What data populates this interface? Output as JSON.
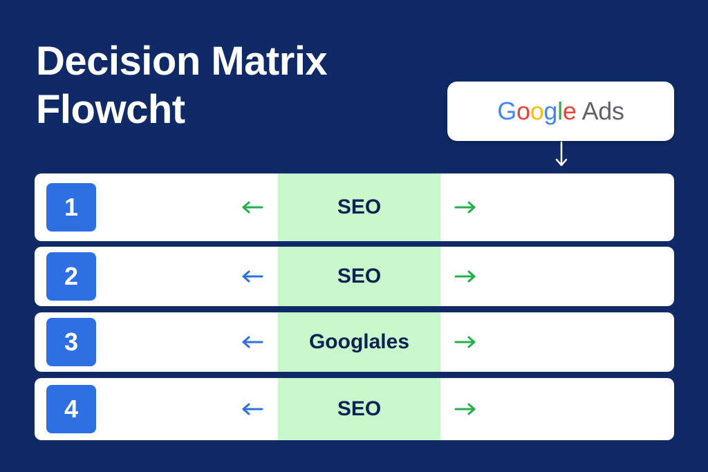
{
  "title": {
    "line1": "Decision Matrix",
    "line2": "Flowcht"
  },
  "brand": {
    "logo_letters": [
      {
        "char": "G",
        "color": "#4285F4"
      },
      {
        "char": "o",
        "color": "#EA4335"
      },
      {
        "char": "o",
        "color": "#FBBC05"
      },
      {
        "char": "g",
        "color": "#4285F4"
      },
      {
        "char": "l",
        "color": "#34A853"
      },
      {
        "char": "e",
        "color": "#EA4335"
      }
    ],
    "suffix": "Ads"
  },
  "colors": {
    "background": "#0f2a66",
    "badge": "#2f6fe4",
    "center_band": "#c8f7cc",
    "arrow_green": "#22b04b",
    "arrow_blue": "#2f6fe4"
  },
  "rows": [
    {
      "number": "1",
      "label": "SEO",
      "left_arrow_color": "green",
      "right_arrow_color": "green"
    },
    {
      "number": "2",
      "label": "SEO",
      "left_arrow_color": "blue",
      "right_arrow_color": "green"
    },
    {
      "number": "3",
      "label": "Googlales",
      "left_arrow_color": "blue",
      "right_arrow_color": "green"
    },
    {
      "number": "4",
      "label": "SEO",
      "left_arrow_color": "blue",
      "right_arrow_color": "green"
    }
  ]
}
